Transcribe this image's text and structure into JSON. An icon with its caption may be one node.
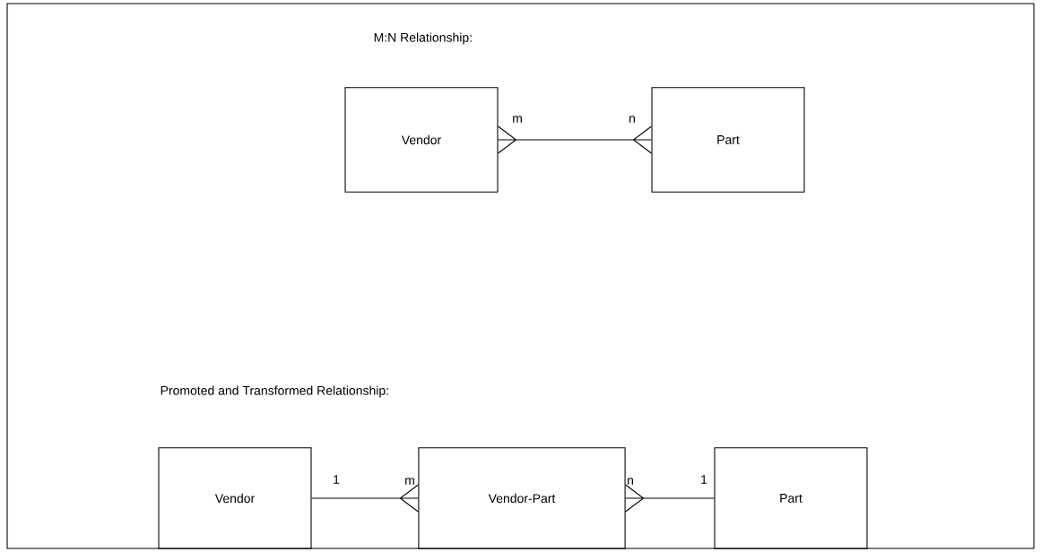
{
  "diagram": {
    "nodes": [
      {
        "text": [
          "Vendor"
        ]
      },
      {
        "text": [
          "Part"
        ]
      },
      {
        "text": [
          "Vendor"
        ]
      },
      {
        "text": [
          "Vendor-Part"
        ]
      },
      {
        "text": [
          "Part"
        ]
      }
    ],
    "edges": [
      {
        "from": 0,
        "to": 1,
        "arrow": "other"
      },
      {
        "from": 2,
        "to": 3,
        "arrow": "other"
      },
      {
        "from": 4,
        "to": 3,
        "arrow": "other"
      }
    ],
    "labels": [
      "M:N Relationship:",
      "m",
      "n",
      "Promoted and Transformed Relationship:",
      "1",
      "m",
      "n",
      "1"
    ]
  }
}
